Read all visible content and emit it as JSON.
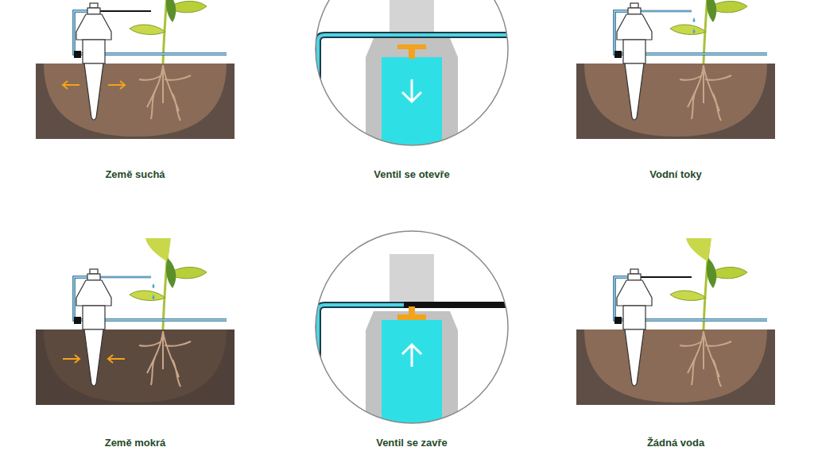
{
  "diagram": {
    "labels": [
      "Země suchá",
      "Ventil se otevře",
      "Vodní toky",
      "Země mokrá",
      "Ventil se zavře",
      "Žádná voda"
    ]
  }
}
